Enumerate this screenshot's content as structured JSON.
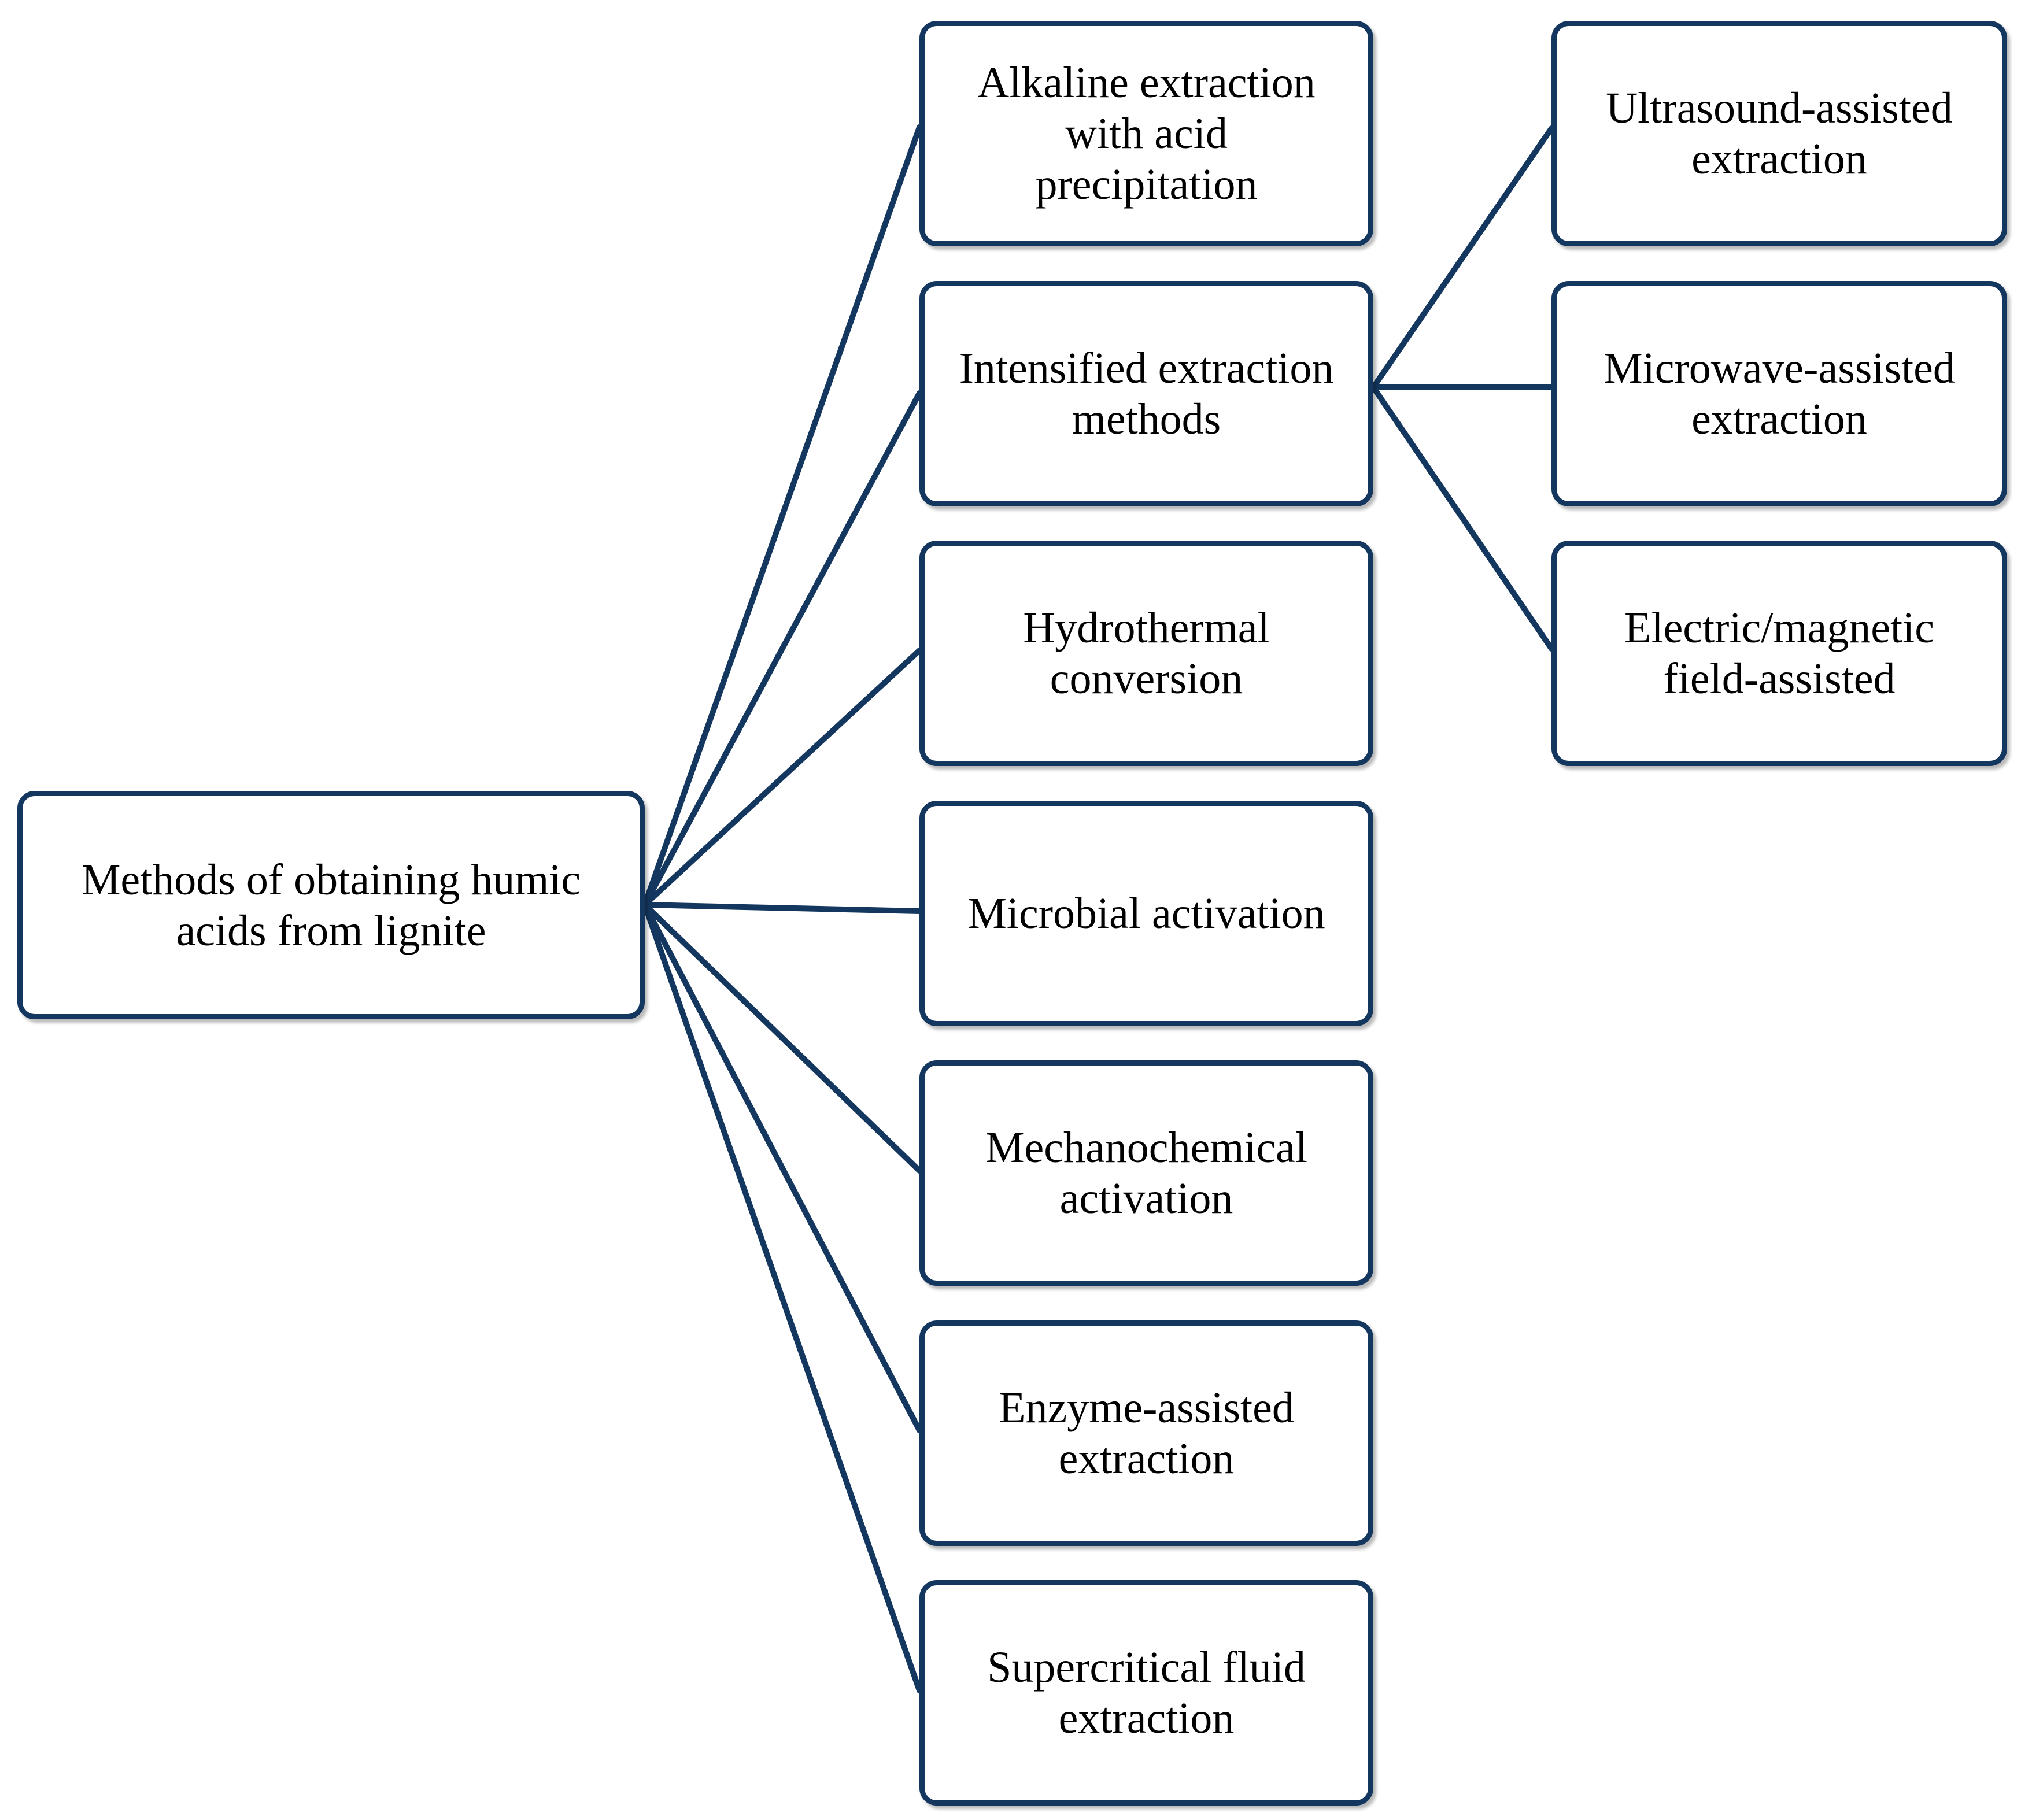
{
  "diagram": {
    "line_color": "#14375f",
    "root": {
      "label": "Methods of obtaining humic\nacids from lignite"
    },
    "methods": [
      {
        "label": "Alkaline extraction\nwith acid\nprecipitation"
      },
      {
        "label": "Intensified extraction\nmethods"
      },
      {
        "label": "Hydrothermal\nconversion"
      },
      {
        "label": "Microbial activation"
      },
      {
        "label": "Mechanochemical\nactivation"
      },
      {
        "label": "Enzyme-assisted\nextraction"
      },
      {
        "label": "Supercritical fluid\nextraction"
      }
    ],
    "intensified_methods": [
      {
        "label": "Ultrasound-assisted\nextraction"
      },
      {
        "label": "Microwave-assisted\nextraction"
      },
      {
        "label": "Electric/magnetic\nfield-assisted"
      }
    ]
  }
}
